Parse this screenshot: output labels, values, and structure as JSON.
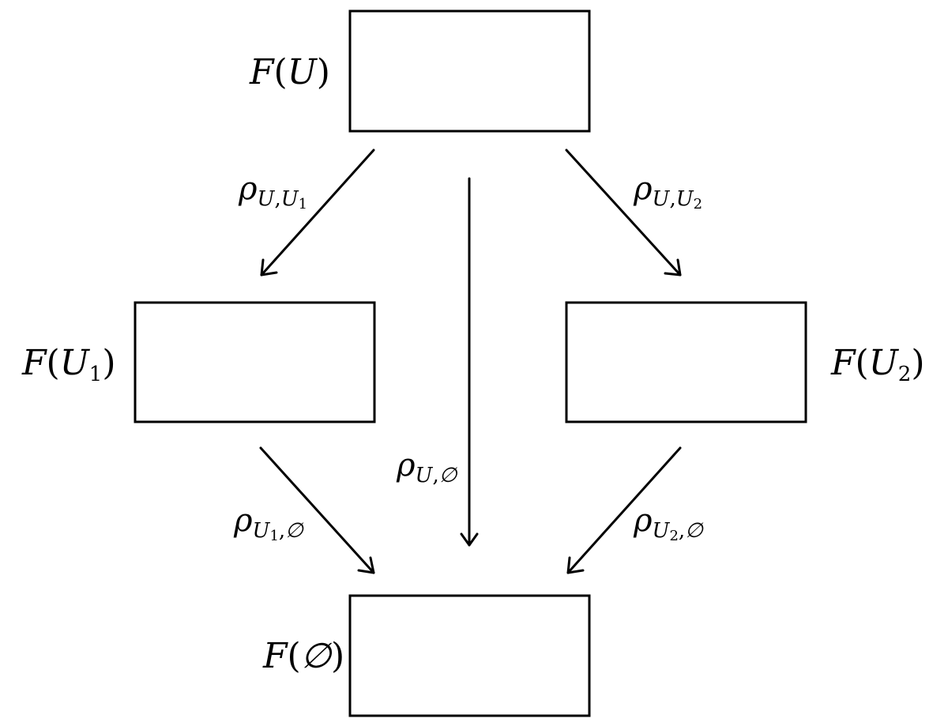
{
  "diagram": {
    "nodes": {
      "top": {
        "F": "F",
        "open": "(",
        "arg": "U",
        "argsub": "",
        "close": ")"
      },
      "left": {
        "F": "F",
        "open": "(",
        "arg": "U",
        "argsub": "1",
        "close": ")"
      },
      "right": {
        "F": "F",
        "open": "(",
        "arg": "U",
        "argsub": "2",
        "close": ")"
      },
      "bottom": {
        "F": "F",
        "open": "(",
        "arg": "∅",
        "argsub": "",
        "close": ")"
      }
    },
    "edges": {
      "top_left": {
        "symbol": "ρ",
        "sub_a": "U",
        "sub_a_index": "",
        "sep": ",",
        "sub_b": "U",
        "sub_b_index": "1"
      },
      "top_right": {
        "symbol": "ρ",
        "sub_a": "U",
        "sub_a_index": "",
        "sep": ",",
        "sub_b": "U",
        "sub_b_index": "2"
      },
      "top_bottom": {
        "symbol": "ρ",
        "sub_a": "U",
        "sub_a_index": "",
        "sep": ",",
        "sub_b": "∅",
        "sub_b_index": ""
      },
      "left_bottom": {
        "symbol": "ρ",
        "sub_a": "U",
        "sub_a_index": "1",
        "sep": ",",
        "sub_b": "∅",
        "sub_b_index": ""
      },
      "right_bottom": {
        "symbol": "ρ",
        "sub_a": "U",
        "sub_a_index": "2",
        "sep": ",",
        "sub_b": "∅",
        "sub_b_index": ""
      }
    },
    "colors": {
      "stroke": "#000000",
      "background": "#ffffff"
    }
  }
}
